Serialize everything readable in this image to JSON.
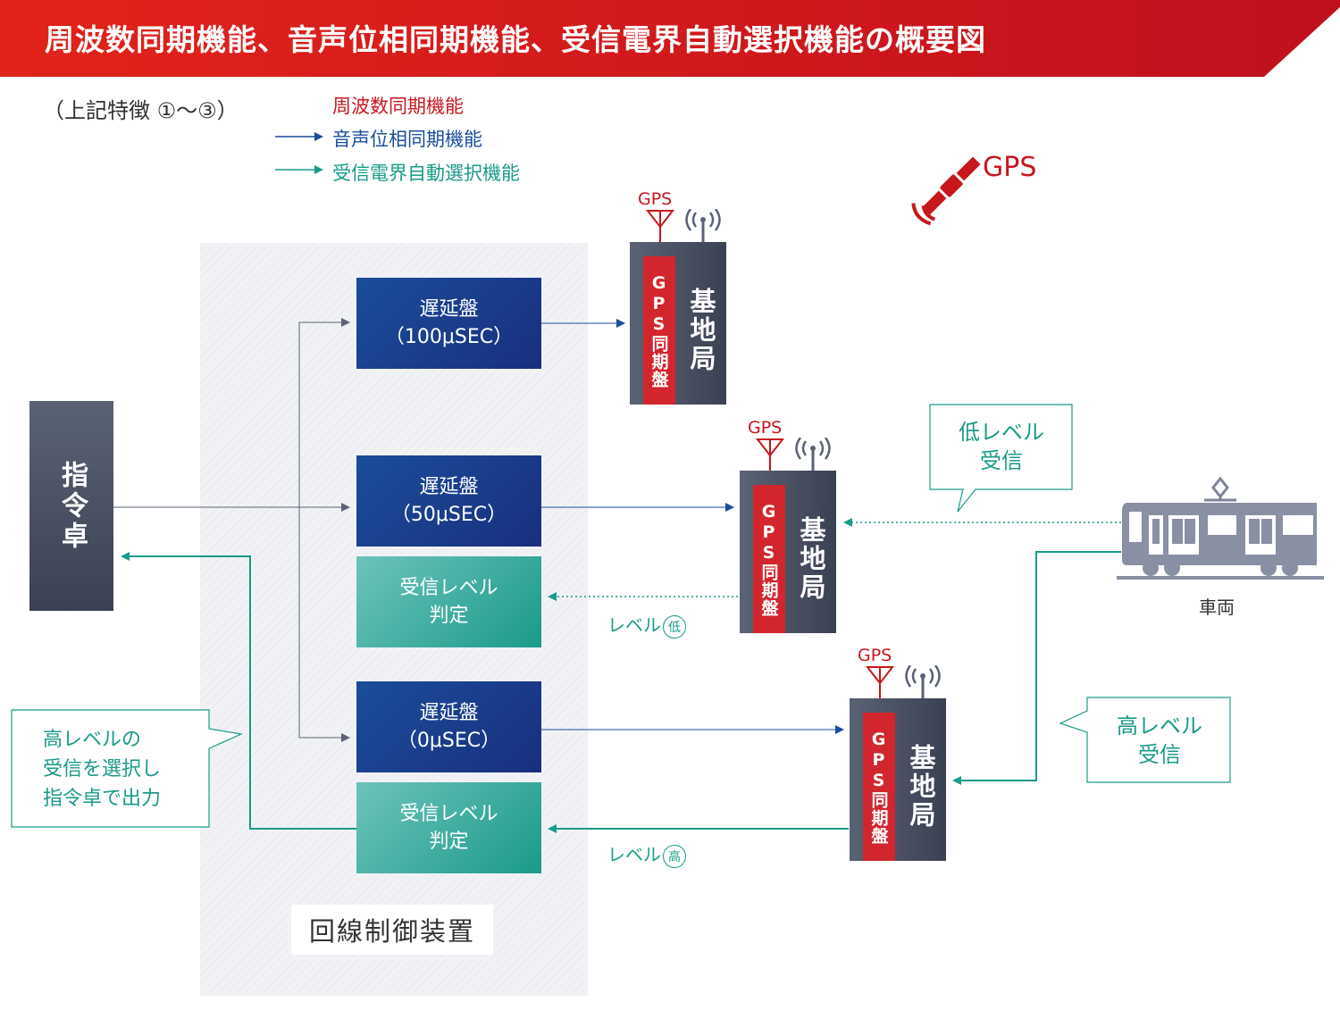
{
  "title": "周波数同期機能、音声位相同期機能、受信電界自動選択機能の概要図",
  "features_note": "（上記特徴 ①〜③）",
  "legend": {
    "items": [
      {
        "label": "周波数同期機能",
        "color": "#c8161d"
      },
      {
        "label": "音声位相同期機能",
        "color": "#1a4d9a"
      },
      {
        "label": "受信電界自動選択機能",
        "color": "#1a9a8a"
      }
    ]
  },
  "satellite_label": "GPS",
  "console_label": "指令卓",
  "control_unit_label": "回線制御装置",
  "delay_boards": [
    {
      "name": "遅延盤",
      "value": "（100μSEC）"
    },
    {
      "name": "遅延盤",
      "value": "（50μSEC）"
    },
    {
      "name": "遅延盤",
      "value": "（0μSEC）"
    }
  ],
  "level_judges": [
    {
      "line1": "受信レベル",
      "line2": "判定"
    },
    {
      "line1": "受信レベル",
      "line2": "判定"
    }
  ],
  "base_stations": [
    {
      "gps_label": "GPS",
      "gps_board": "GPS同期盤",
      "station": "基地局"
    },
    {
      "gps_label": "GPS",
      "gps_board": "GPS同期盤",
      "station": "基地局"
    },
    {
      "gps_label": "GPS",
      "gps_board": "GPS同期盤",
      "station": "基地局"
    }
  ],
  "callouts": {
    "low": {
      "line1": "低レベル",
      "line2": "受信"
    },
    "high": {
      "line1": "高レベル",
      "line2": "受信"
    },
    "select": {
      "line1": "高レベルの",
      "line2": "受信を選択し",
      "line3": "指令卓で出力"
    }
  },
  "levels": {
    "low": {
      "text": "レベル",
      "badge": "低"
    },
    "high": {
      "text": "レベル",
      "badge": "高"
    }
  },
  "train_label": "車両",
  "colors": {
    "red": "#c8161d",
    "navy": "#1a4d9a",
    "teal": "#1a9a8a",
    "grey_line": "#5a6275"
  }
}
